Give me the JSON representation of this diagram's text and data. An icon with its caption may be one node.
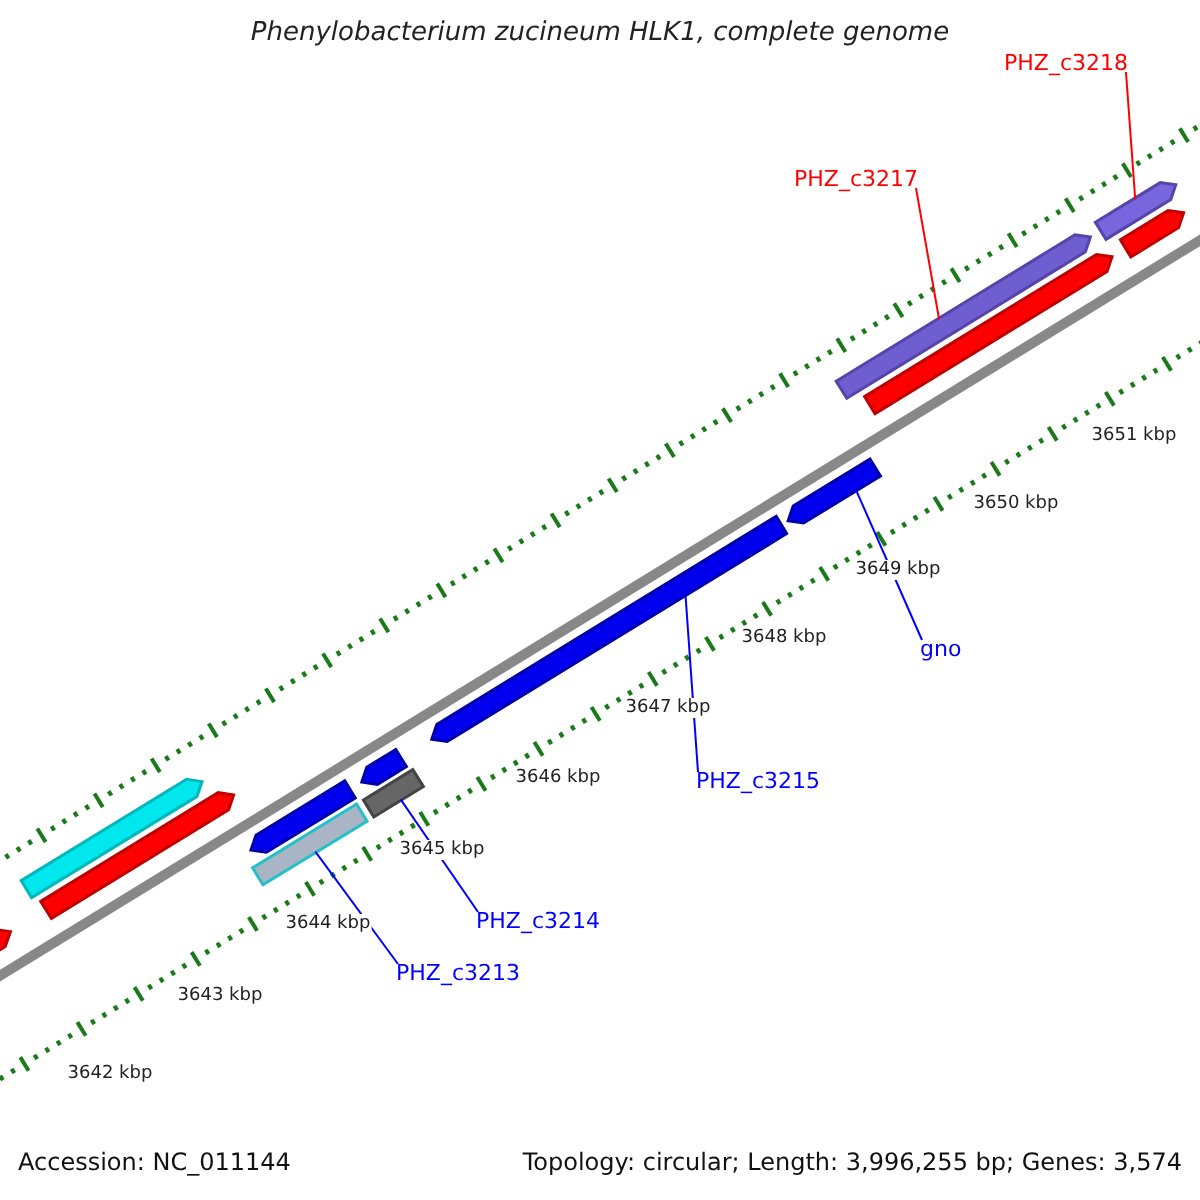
{
  "diagram": {
    "title": "Phenylobacterium zucineum HLK1, complete genome",
    "nodes": [
      {
        "text": [
          "PHZ_c3218"
        ]
      },
      {
        "text": [],
        "shape": "bar"
      },
      {
        "text": [
          "PHZ_c3217"
        ]
      },
      {
        "text": [],
        "shape": "bar"
      },
      {
        "text": [
          "gno"
        ]
      },
      {
        "text": [],
        "shape": "bar"
      },
      {
        "text": [
          "PHZ_c3215"
        ]
      },
      {
        "text": [],
        "shape": "bar"
      },
      {
        "text": [
          "PHZ_c3214"
        ]
      },
      {
        "text": [],
        "shape": "bar"
      },
      {
        "text": [
          "PHZ_c3213"
        ]
      },
      {
        "text": [],
        "shape": "bar"
      },
      {
        "text": [],
        "shape": "bar"
      },
      {
        "text": [],
        "shape": "bar"
      },
      {
        "text": [],
        "shape": "bar"
      },
      {
        "text": [],
        "shape": "bar"
      },
      {
        "text": [],
        "shape": "bar"
      },
      {
        "text": [],
        "shape": "bar"
      },
      {
        "text": [],
        "shape": "bar"
      }
    ],
    "edges": [
      {
        "from": 0,
        "to": 1,
        "arrow": "none",
        "color": "#ff0000"
      },
      {
        "from": 2,
        "to": 3,
        "arrow": "none",
        "color": "#ff0000"
      },
      {
        "from": 4,
        "to": 5,
        "arrow": "none",
        "color": "#0000ff"
      },
      {
        "from": 6,
        "to": 7,
        "arrow": "none",
        "color": "#0000ff"
      },
      {
        "from": 8,
        "to": 9,
        "arrow": "none",
        "color": "#0000ff"
      },
      {
        "from": 10,
        "to": 11,
        "arrow": "none",
        "color": "#0000ff"
      }
    ],
    "labels": [
      "3651 kbp",
      "3650 kbp",
      "3649 kbp",
      "3648 kbp",
      "3647 kbp",
      "3646 kbp",
      "3645 kbp",
      "3644 kbp",
      "3643 kbp",
      "3642 kbp",
      "Accession: NC_011144",
      "Topology: circular; Length: 3,996,255 bp; Genes: 3,574"
    ]
  }
}
